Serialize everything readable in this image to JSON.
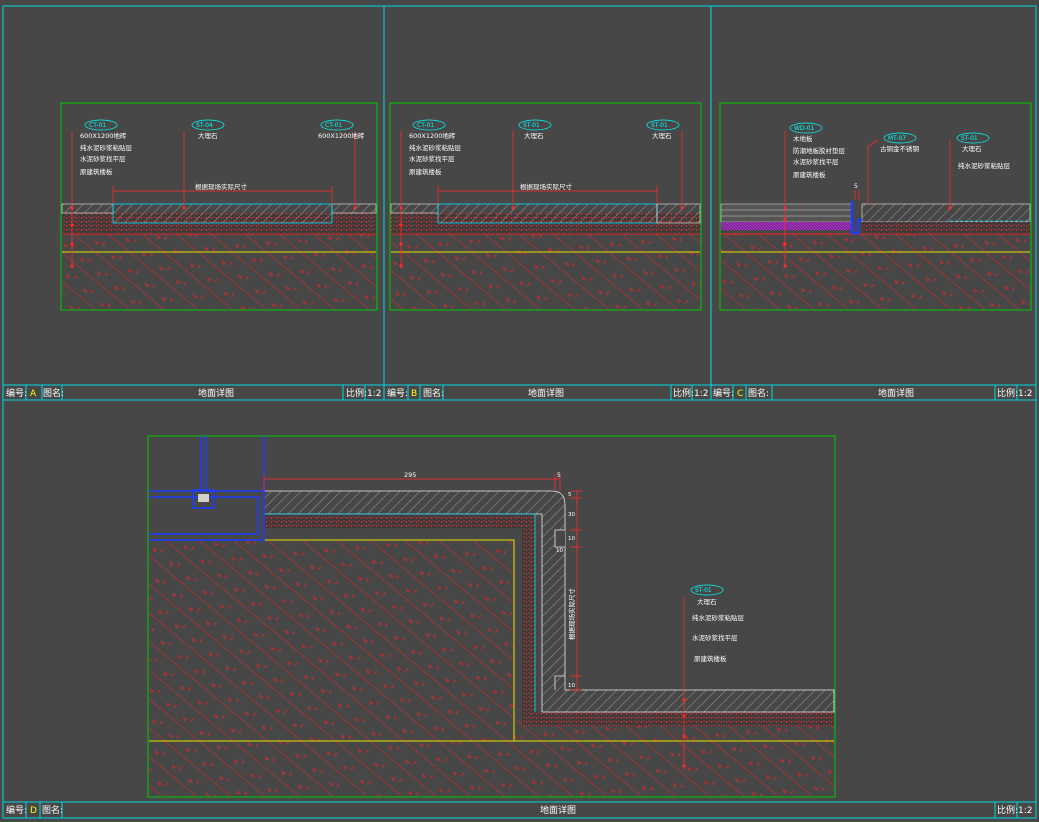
{
  "title_bars": [
    {
      "label_no": "编号:",
      "no": "A",
      "label_name": "图名:",
      "name": "地面详图",
      "label_scale": "比例:",
      "scale": "1:2"
    },
    {
      "label_no": "编号:",
      "no": "B",
      "label_name": "图名:",
      "name": "地面详图",
      "label_scale": "比例:",
      "scale": "1:2"
    },
    {
      "label_no": "编号:",
      "no": "C",
      "label_name": "图名:",
      "name": "地面详图",
      "label_scale": "比例:",
      "scale": "1:2"
    },
    {
      "label_no": "编号:",
      "no": "D",
      "label_name": "图名:",
      "name": "地面详图",
      "label_scale": "比例:",
      "scale": "1:2"
    }
  ],
  "detail_a": {
    "tag_left": "CT-01",
    "tag_mid": "ST-04",
    "tag_right": "CT-01",
    "left_notes": [
      "600X1200地砖",
      "纯水泥砂浆粘贴层",
      "水泥砂浆找平层",
      "原建筑楼板"
    ],
    "mid_note": "大理石",
    "right_note": "600X1200地砖",
    "dim": "根据现场实际尺寸"
  },
  "detail_b": {
    "tag_left": "CT-01",
    "tag_mid": "ST-01",
    "tag_right": "ST-01",
    "left_notes": [
      "600X1200地砖",
      "纯水泥砂浆粘贴层",
      "水泥砂浆找平层",
      "原建筑楼板"
    ],
    "mid_note": "大理石",
    "right_note": "大理石",
    "dim": "根据现场实际尺寸"
  },
  "detail_c": {
    "tag_left": "WD-01",
    "tag_mid": "MT-07",
    "tag_right": "ST-01",
    "left_notes": [
      "木地板",
      "防潮地板胶衬垫层",
      "水泥砂浆找平层",
      "原建筑楼板"
    ],
    "mid_note": "古铜金不锈钢",
    "right_note": "大理石",
    "right_note2": "纯水泥砂浆粘贴层",
    "dim": "5"
  },
  "detail_d": {
    "tag": "ST-01",
    "notes": [
      "大理石",
      "纯水泥砂浆粘贴层",
      "水泥砂浆找平层",
      "原建筑楼板"
    ],
    "dim_top": "295",
    "dim_top_r": "5",
    "dim_side": [
      "5",
      "30",
      "10",
      "10"
    ],
    "dim_vertical": "根据现场实际尺寸",
    "dim_bottom": "10"
  },
  "colors": {
    "background": "#474747",
    "frame": "#00d7e0",
    "detail_border": "#00c800",
    "hatch": "#ff1f1f",
    "leader": "#ff2a2a",
    "floor_line": "#e8e000",
    "outline": "#e8e8e8",
    "steel": "#1e3cff",
    "note_text": "#ffffff",
    "tag_text": "#00ffff"
  }
}
